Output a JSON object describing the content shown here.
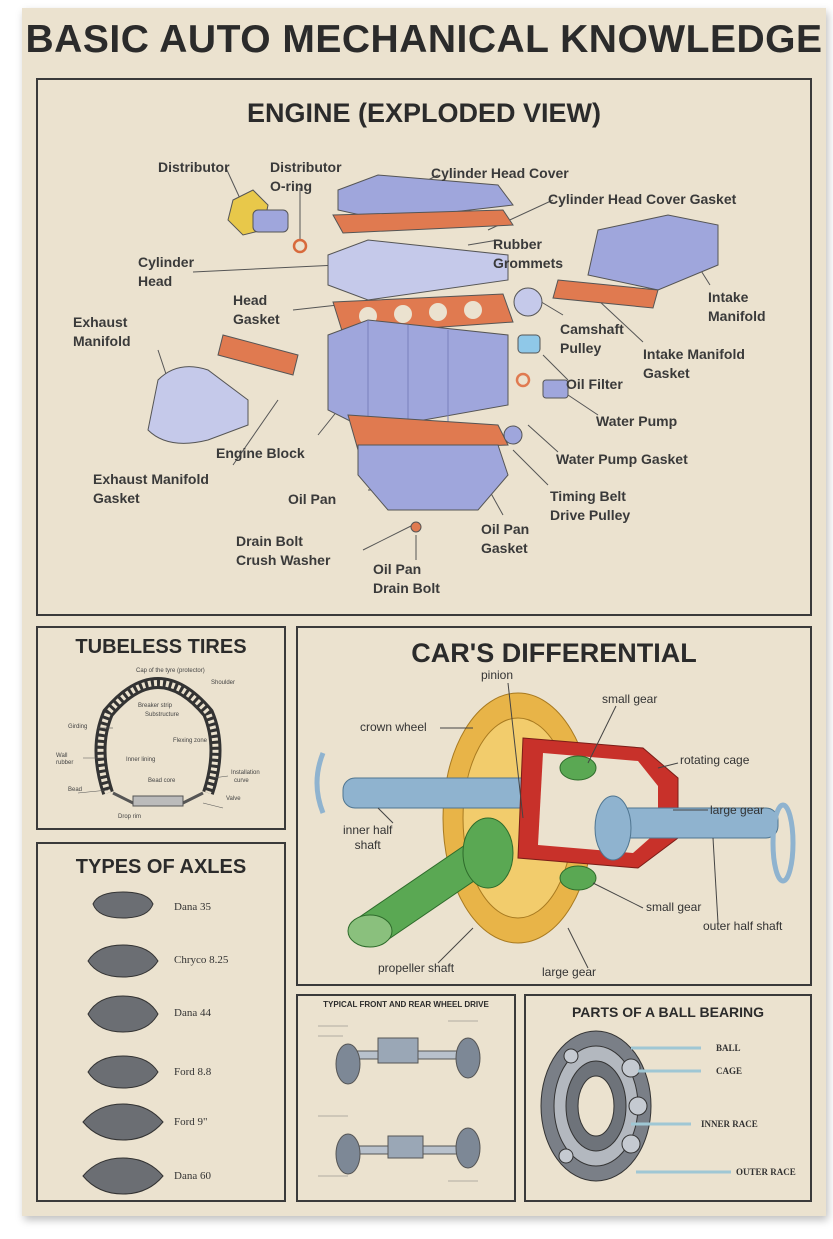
{
  "title": "BASIC AUTO MECHANICAL KNOWLEDGE",
  "engine": {
    "title": "ENGINE (EXPLODED VIEW)",
    "labels": {
      "distributor": "Distributor",
      "distributor_oring": "Distributor\nO-ring",
      "cylinder_head_cover": "Cylinder Head Cover",
      "cylinder_head_cover_gasket": "Cylinder Head Cover Gasket",
      "cylinder_head": "Cylinder\nHead",
      "rubber_grommets": "Rubber\nGrommets",
      "head_gasket": "Head\nGasket",
      "exhaust_manifold": "Exhaust\nManifold",
      "intake_manifold": "Intake\nManifold",
      "camshaft_pulley": "Camshaft\nPulley",
      "intake_manifold_gasket": "Intake Manifold\nGasket",
      "oil_filter": "Oil Filter",
      "water_pump": "Water Pump",
      "engine_block": "Engine Block",
      "water_pump_gasket": "Water Pump Gasket",
      "exhaust_manifold_gasket": "Exhaust Manifold\nGasket",
      "oil_pan": "Oil Pan",
      "timing_belt_drive_pulley": "Timing Belt\nDrive Pulley",
      "oil_pan_gasket": "Oil Pan\nGasket",
      "drain_bolt_crush_washer": "Drain Bolt\nCrush Washer",
      "oil_pan_drain_bolt": "Oil Pan\nDrain Bolt"
    }
  },
  "tires": {
    "title": "TUBELESS TIRES",
    "labels": {
      "cap": "Cap of the tyre (protector)",
      "shoulder": "Shoulder",
      "breaker": "Breaker strip",
      "substructure": "Substructure",
      "girding": "Girding",
      "flexing": "Flexing zone",
      "wall": "Wall",
      "rubber": "rubber",
      "inner_lining": "Inner lining",
      "bead_core": "Bead core",
      "installation": "Installation",
      "curve": "curve",
      "bead": "Bead",
      "valve": "Valve",
      "drop": "Drop rim"
    }
  },
  "axles": {
    "title": "TYPES OF AXLES",
    "items": [
      "Dana 35",
      "Chryco 8.25",
      "Dana 44",
      "Ford 8.8",
      "Ford 9\"",
      "Dana 60"
    ]
  },
  "differential": {
    "title": "CAR'S DIFFERENTIAL",
    "labels": {
      "pinion": "pinion",
      "small_gear_top": "small gear",
      "crown_wheel": "crown wheel",
      "rotating_cage": "rotating cage",
      "large_gear_right": "large gear",
      "inner_half_shaft": "inner half\nshaft",
      "small_gear_bottom": "small gear",
      "outer_half_shaft": "outer half shaft",
      "propeller_shaft": "propeller shaft",
      "large_gear_bottom": "large gear"
    }
  },
  "wheel_drive": {
    "title": "TYPICAL FRONT AND REAR WHEEL DRIVE"
  },
  "bearing": {
    "title": "PARTS OF A BALL BEARING",
    "labels": [
      "BALL",
      "CAGE",
      "INNER RACE",
      "OUTER RACE"
    ]
  },
  "colors": {
    "background": "#ebe2cf",
    "border": "#3a3a3a",
    "engine_blue": "#9fa6dc",
    "gasket_orange": "#e07a50",
    "gear_gold": "#e8b448",
    "gear_green": "#5aa853",
    "cage_red": "#c8312a",
    "shaft_blue": "#8fb3cf"
  },
  "icons": [
    "engine-diagram",
    "tire-cross-section",
    "axle-housing",
    "differential-gears",
    "wheel-drive-diagram",
    "ball-bearing"
  ]
}
